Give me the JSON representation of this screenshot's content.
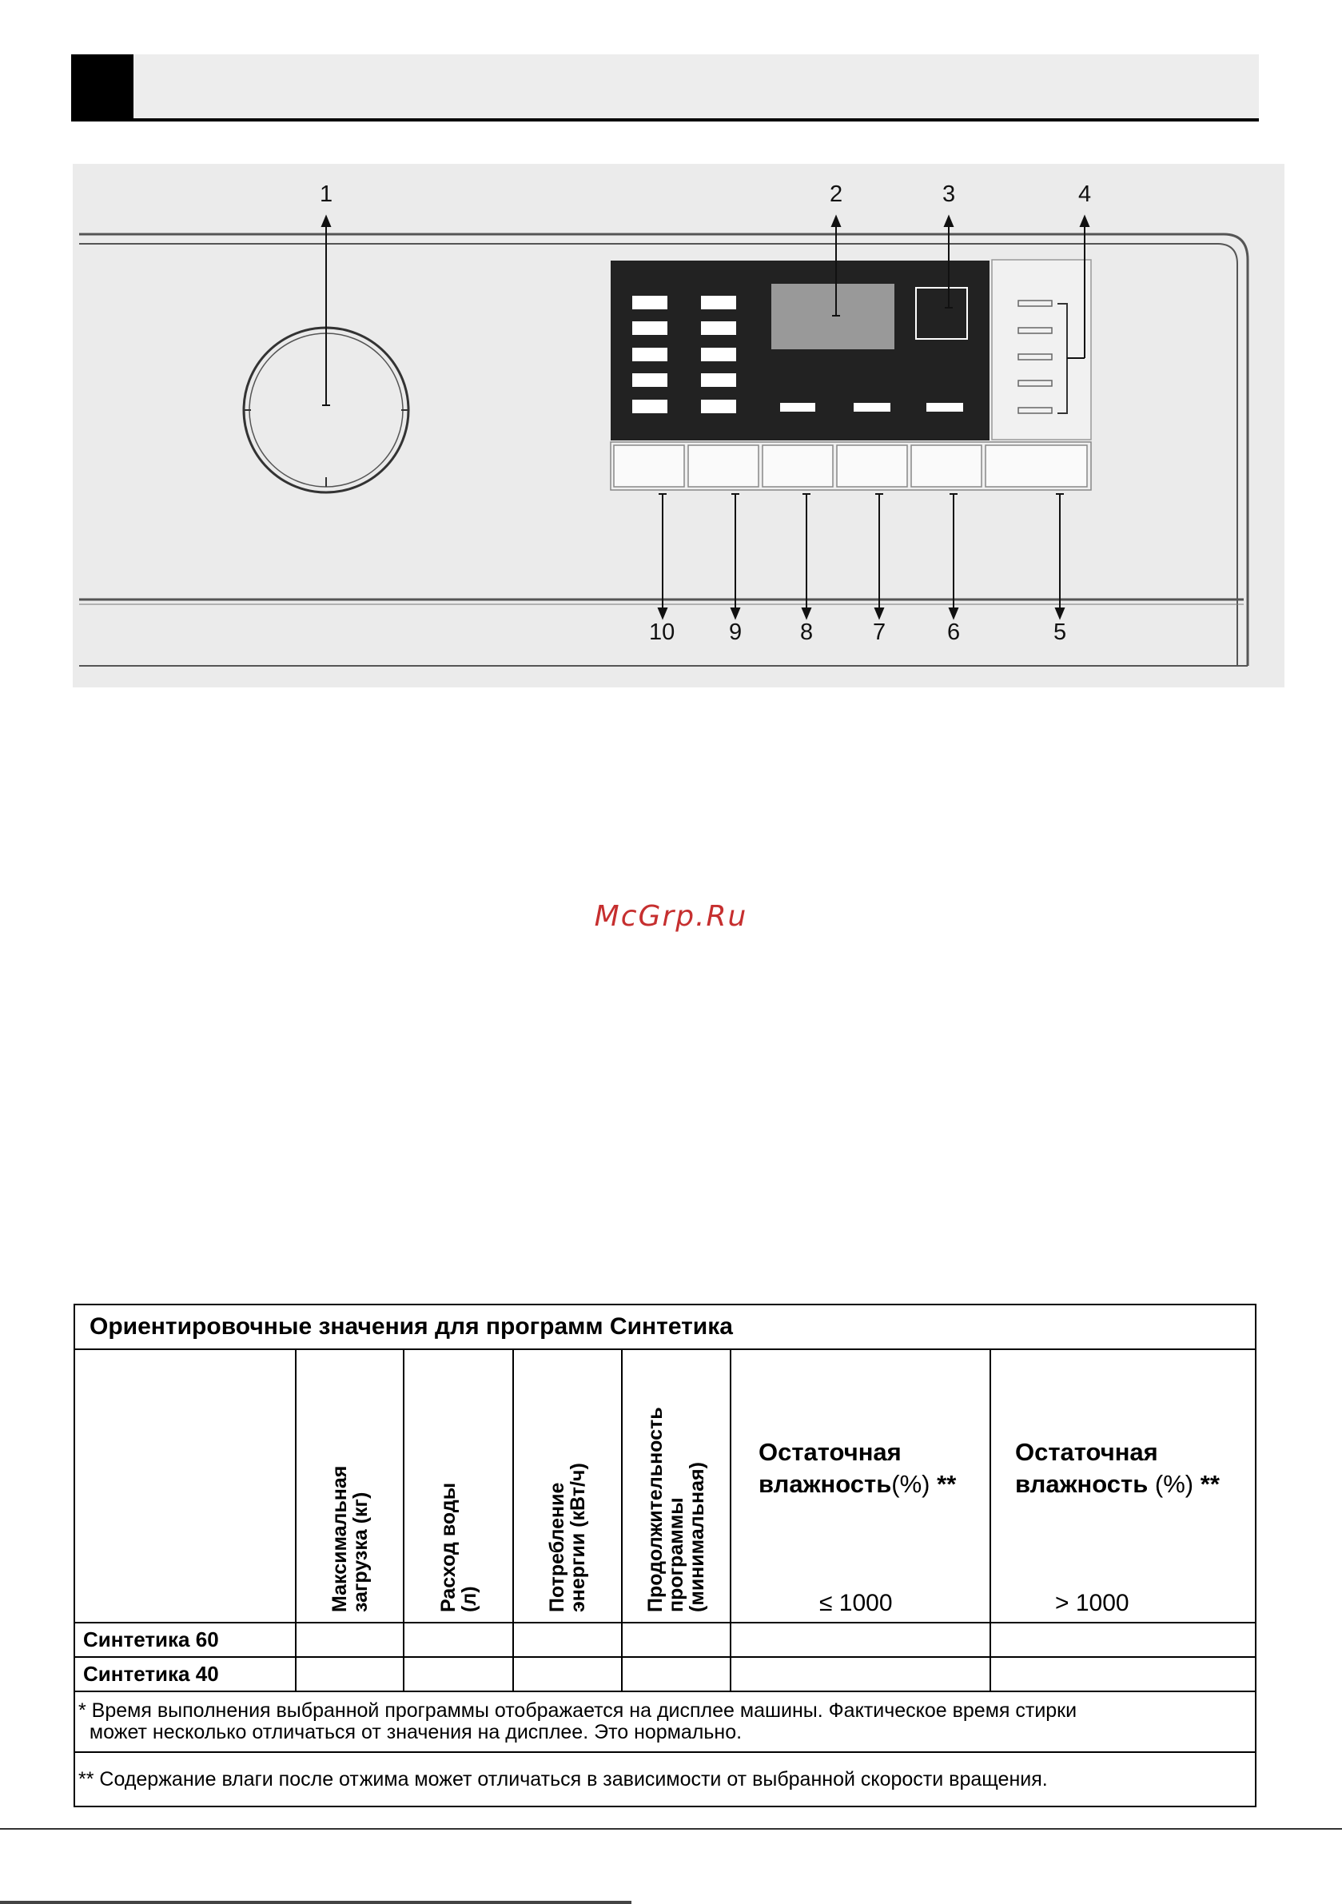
{
  "diagram": {
    "callouts": [
      "1",
      "2",
      "3",
      "4",
      "5",
      "6",
      "7",
      "8",
      "9",
      "10"
    ]
  },
  "watermark": "McGrp.Ru",
  "table": {
    "title": "Ориентировочные значения для программ Синтетика",
    "headers": {
      "max_load": "Максимальная\nзагрузка (кг)",
      "water": "Расход воды\n(л)",
      "energy": "Потребление\nэнергии (кВт/ч)",
      "duration": "Продолжительность\nпрограммы\n(минимальная)",
      "humidity_label_1": "Остаточная",
      "humidity_label_2": "влажность",
      "humidity_pct": "(%)",
      "humidity_stars": "**",
      "humidity_low": "≤ 1000",
      "humidity_high": "> 1000"
    },
    "rows": [
      {
        "name": "Синтетика 60"
      },
      {
        "name": "Синтетика 40"
      }
    ],
    "note1": "* Время выполнения выбранной программы отображается на дисплее машины. Фактическое время стирки",
    "note1b": "может несколько отличаться от значения на дисплее. Это нормально.",
    "note2": "** Содержание влаги после отжима может отличаться в зависимости от выбранной скорости вращения."
  }
}
